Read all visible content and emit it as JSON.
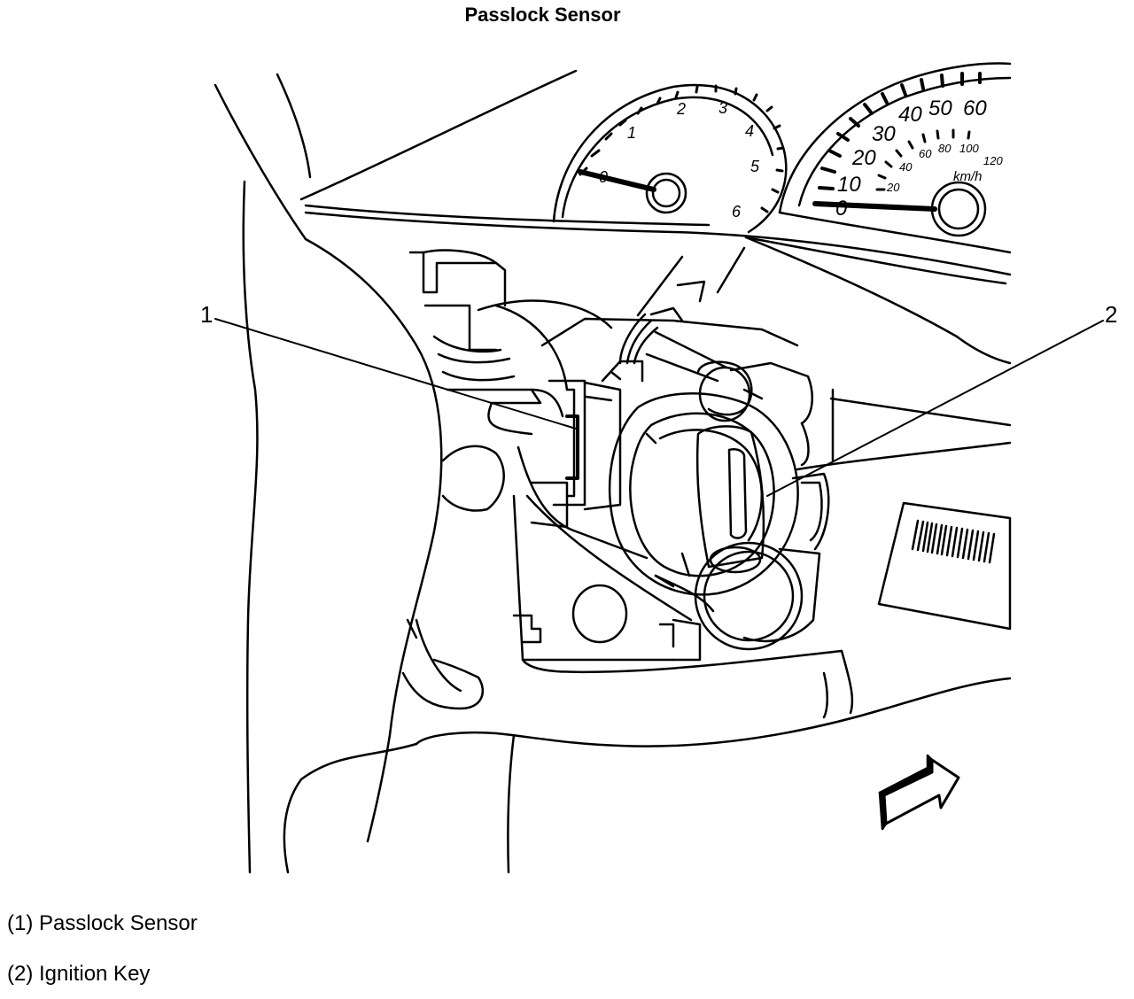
{
  "title": "Passlock Sensor",
  "callouts": [
    {
      "number": "1"
    },
    {
      "number": "2"
    }
  ],
  "legend": [
    {
      "text": "(1) Passlock Sensor"
    },
    {
      "text": "(2) Ignition Key"
    }
  ],
  "tachometer": {
    "labels": [
      "0",
      "1",
      "2",
      "3",
      "4",
      "5",
      "6"
    ]
  },
  "speedometer": {
    "mph_labels": [
      "0",
      "10",
      "20",
      "30",
      "40",
      "50",
      "60"
    ],
    "kmh_labels": [
      "20",
      "40",
      "60",
      "80",
      "100",
      "120"
    ],
    "unit": "km/h"
  },
  "colors": {
    "ink": "#000000",
    "background": "#ffffff"
  }
}
